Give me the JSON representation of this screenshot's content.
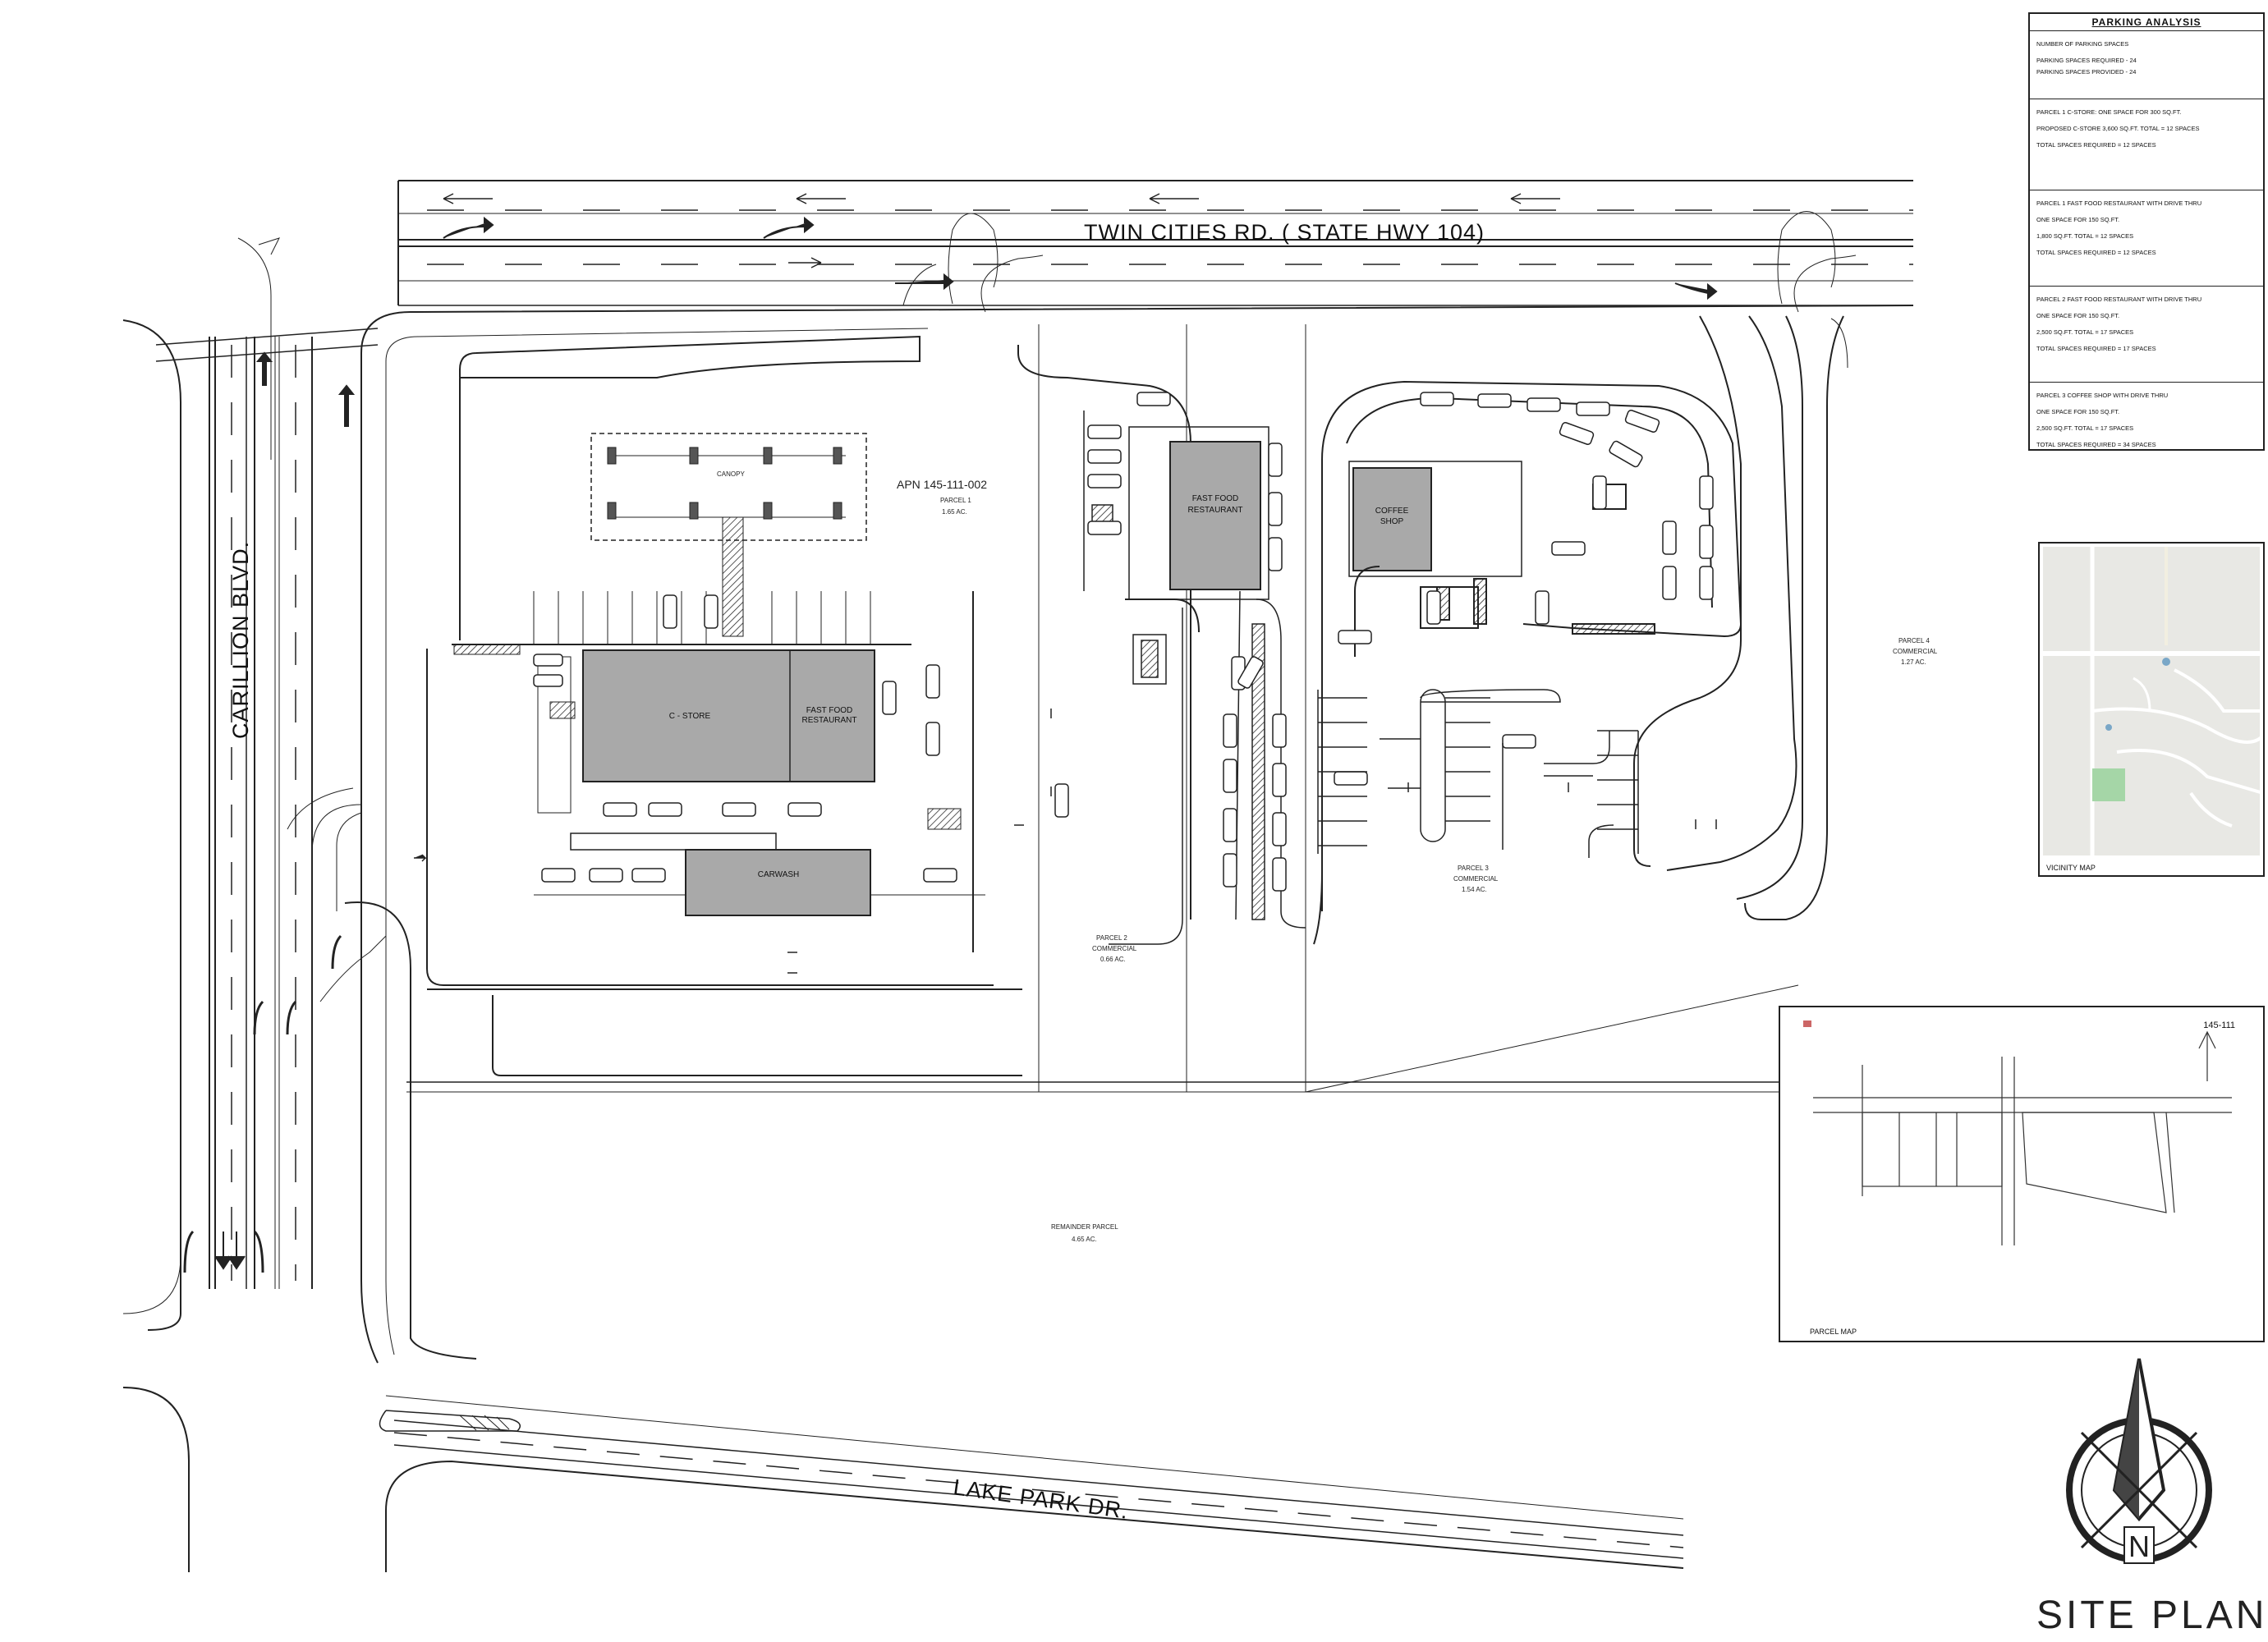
{
  "roads": {
    "north": "TWIN CITIES RD. ( STATE HWY 104)",
    "west": "CARILLION BLVD.",
    "south": "LAKE PARK DR."
  },
  "parcels": {
    "apn": "APN 145-111-002",
    "p1_name": "PARCEL 1",
    "p1_area": "1.65 AC.",
    "p2_name": "PARCEL 2",
    "p2_type": "COMMERCIAL",
    "p2_area": "0.66 AC.",
    "p3_name": "PARCEL 3",
    "p3_type": "COMMERCIAL",
    "p3_area": "1.54 AC.",
    "p4_name": "PARCEL 4",
    "p4_type": "COMMERCIAL",
    "p4_area": "1.27 AC.",
    "remainder": "REMAINDER PARCEL",
    "remainder_area": "4.65 AC."
  },
  "buildings": {
    "cstore": "C - STORE",
    "ff1": "FAST FOOD",
    "ff1b": "RESTAURANT",
    "ff2": "FAST FOOD",
    "ff2b": "RESTAURANT",
    "coffee": "COFFEE",
    "coffee_b": "SHOP",
    "carwash": "CARWASH",
    "canopy": "CANOPY"
  },
  "parking": {
    "title": "PARKING ANALYSIS",
    "s1": [
      "NUMBER OF PARKING SPACES",
      "PARKING SPACES REQUIRED - 24",
      "PARKING SPACES PROVIDED - 24"
    ],
    "s2": [
      "PARCEL 1 C-STORE: ONE SPACE FOR 300 SQ.FT.",
      "PROPOSED C-STORE 3,600 SQ.FT.  TOTAL = 12 SPACES",
      "TOTAL SPACES REQUIRED = 12 SPACES"
    ],
    "s3": [
      "PARCEL 1 FAST FOOD RESTAURANT WITH DRIVE THRU",
      "ONE SPACE FOR 150 SQ.FT.",
      "1,800 SQ.FT.  TOTAL = 12 SPACES",
      "TOTAL SPACES REQUIRED = 12 SPACES"
    ],
    "s4": [
      "PARCEL 2 FAST FOOD RESTAURANT WITH DRIVE THRU",
      "ONE SPACE FOR 150 SQ.FT.",
      "2,500 SQ.FT.  TOTAL = 17 SPACES",
      "TOTAL SPACES REQUIRED = 17 SPACES"
    ],
    "s5": [
      "PARCEL 3 COFFEE SHOP WITH DRIVE THRU",
      "ONE SPACE FOR 150 SQ.FT.",
      "2,500 SQ.FT.  TOTAL = 17 SPACES",
      "TOTAL SPACES REQUIRED = 34 SPACES"
    ]
  },
  "vicinity": {
    "caption": "VICINITY MAP"
  },
  "parcel_map": {
    "caption": "PARCEL MAP",
    "code": "145-111"
  },
  "compass": {
    "letter": "N"
  },
  "title": "SITE PLAN"
}
